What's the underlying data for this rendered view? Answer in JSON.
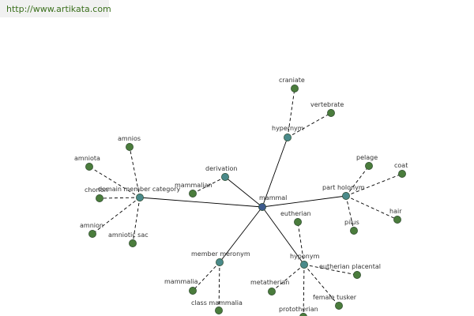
{
  "header": {
    "url": "http://www.artikata.com"
  },
  "colors": {
    "center_node": "#3c5a8c",
    "relation_node": "#4a8a8a",
    "leaf_node": "#4a7c3c",
    "node_stroke": "#2e4a2e",
    "edge": "#000000"
  },
  "graph": {
    "center": {
      "id": "mammal",
      "label": "mammal"
    },
    "relations": [
      {
        "id": "hypernym",
        "label": "hypernym",
        "leaves": [
          {
            "id": "craniate",
            "label": "craniate"
          },
          {
            "id": "vertebrate",
            "label": "vertebrate"
          }
        ]
      },
      {
        "id": "derivation",
        "label": "derivation",
        "leaves": [
          {
            "id": "mammalian",
            "label": "mammalian"
          }
        ]
      },
      {
        "id": "domain-member-category",
        "label": "domain member category",
        "leaves": [
          {
            "id": "amnios",
            "label": "amnios"
          },
          {
            "id": "amniota",
            "label": "amniota"
          },
          {
            "id": "chorion",
            "label": "chorion"
          },
          {
            "id": "amnion",
            "label": "amnion"
          },
          {
            "id": "amniotic-sac",
            "label": "amniotic sac"
          }
        ]
      },
      {
        "id": "part-holonym",
        "label": "part holonym",
        "leaves": [
          {
            "id": "pelage",
            "label": "pelage"
          },
          {
            "id": "coat",
            "label": "coat"
          },
          {
            "id": "hair",
            "label": "hair"
          },
          {
            "id": "pilus",
            "label": "pilus"
          }
        ]
      },
      {
        "id": "member-meronym",
        "label": "member meronym",
        "leaves": [
          {
            "id": "mammalia",
            "label": "mammalia"
          },
          {
            "id": "class-mammalia",
            "label": "class mammalia"
          }
        ]
      },
      {
        "id": "hyponym",
        "label": "hyponym",
        "leaves": [
          {
            "id": "eutherian",
            "label": "eutherian"
          },
          {
            "id": "eutherian-placental",
            "label": "eutherian placental"
          },
          {
            "id": "female-tusker",
            "label": "female tusker"
          },
          {
            "id": "metatherian",
            "label": "metatherian"
          },
          {
            "id": "prototherian",
            "label": "prototherian"
          }
        ]
      }
    ]
  }
}
